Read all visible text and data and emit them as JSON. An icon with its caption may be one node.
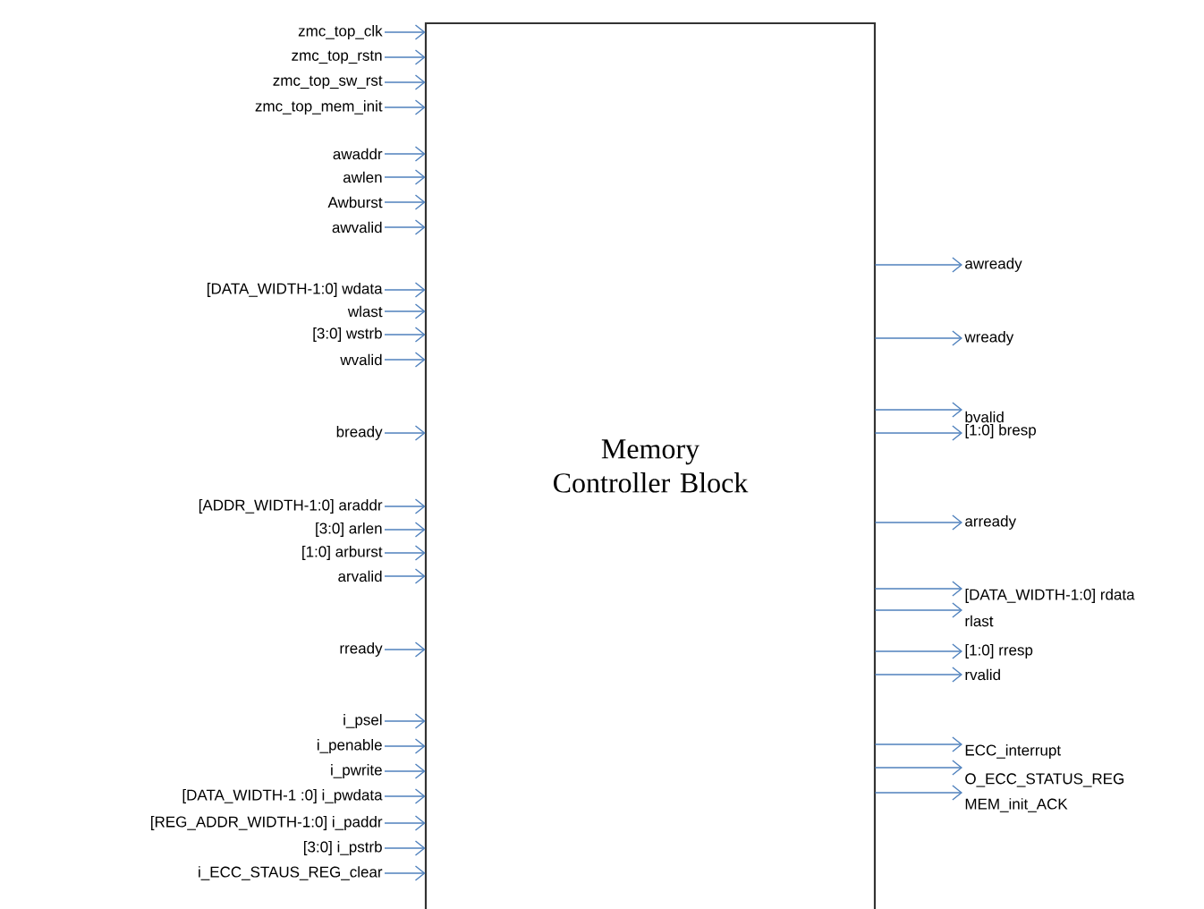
{
  "diagram": {
    "nodes": [
      {
        "text": [
          "Memory Controller Block"
        ]
      },
      {
        "text": [
          "zmc_top_clk"
        ]
      },
      {
        "text": [
          "zmc_top_rstn"
        ]
      },
      {
        "text": [
          "zmc_top_sw_rst"
        ]
      },
      {
        "text": [
          "zmc_top_mem_init"
        ]
      },
      {
        "text": [
          "awaddr"
        ]
      },
      {
        "text": [
          "awlen"
        ]
      },
      {
        "text": [
          "Awburst"
        ]
      },
      {
        "text": [
          "awvalid"
        ]
      },
      {
        "text": [
          "[DATA_WIDTH-1:0]  wdata"
        ]
      },
      {
        "text": [
          "wlast"
        ]
      },
      {
        "text": [
          "[3:0] wstrb"
        ]
      },
      {
        "text": [
          "wvalid"
        ]
      },
      {
        "text": [
          "bready"
        ]
      },
      {
        "text": [
          "[ADDR_WIDTH-1:0] araddr"
        ]
      },
      {
        "text": [
          "[3:0] arlen"
        ]
      },
      {
        "text": [
          "[1:0] arburst"
        ]
      },
      {
        "text": [
          "arvalid"
        ]
      },
      {
        "text": [
          "rready"
        ]
      },
      {
        "text": [
          "i_psel"
        ]
      },
      {
        "text": [
          "i_penable"
        ]
      },
      {
        "text": [
          "i_pwrite"
        ]
      },
      {
        "text": [
          "[DATA_WIDTH-1 :0]  i_pwdata"
        ]
      },
      {
        "text": [
          "[REG_ADDR_WIDTH-1:0]  i_paddr"
        ]
      },
      {
        "text": [
          "[3:0] i_pstrb"
        ]
      },
      {
        "text": [
          "i_ECC_STAUS_REG_clear"
        ]
      },
      {
        "text": [
          "awready"
        ]
      },
      {
        "text": [
          "wready"
        ]
      },
      {
        "text": [
          "bvalid"
        ]
      },
      {
        "text": [
          "[1:0] bresp"
        ]
      },
      {
        "text": [
          "arready"
        ]
      },
      {
        "text": [
          "[DATA_WIDTH-1:0] rdata"
        ]
      },
      {
        "text": [
          "rlast"
        ]
      },
      {
        "text": [
          "[1:0] rresp"
        ]
      },
      {
        "text": [
          "rvalid"
        ]
      },
      {
        "text": [
          "ECC_interrupt"
        ]
      },
      {
        "text": [
          "O_ECC_STATUS_REG"
        ]
      },
      {
        "text": [
          "MEM_init_ACK"
        ]
      }
    ],
    "edges": [
      {
        "from": 1,
        "to": 0,
        "arrow": "to"
      },
      {
        "from": 2,
        "to": 0,
        "arrow": "to"
      },
      {
        "from": 3,
        "to": 0,
        "arrow": "to"
      },
      {
        "from": 4,
        "to": 0,
        "arrow": "to"
      },
      {
        "from": 5,
        "to": 0,
        "arrow": "to"
      },
      {
        "from": 6,
        "to": 0,
        "arrow": "to"
      },
      {
        "from": 7,
        "to": 0,
        "arrow": "to"
      },
      {
        "from": 8,
        "to": 0,
        "arrow": "to"
      },
      {
        "from": 9,
        "to": 0,
        "arrow": "to"
      },
      {
        "from": 10,
        "to": 0,
        "arrow": "to"
      },
      {
        "from": 11,
        "to": 0,
        "arrow": "to"
      },
      {
        "from": 12,
        "to": 0,
        "arrow": "to"
      },
      {
        "from": 13,
        "to": 0,
        "arrow": "to"
      },
      {
        "from": 14,
        "to": 0,
        "arrow": "to"
      },
      {
        "from": 15,
        "to": 0,
        "arrow": "to"
      },
      {
        "from": 16,
        "to": 0,
        "arrow": "to"
      },
      {
        "from": 17,
        "to": 0,
        "arrow": "to"
      },
      {
        "from": 18,
        "to": 0,
        "arrow": "to"
      },
      {
        "from": 19,
        "to": 0,
        "arrow": "to"
      },
      {
        "from": 20,
        "to": 0,
        "arrow": "to"
      },
      {
        "from": 21,
        "to": 0,
        "arrow": "to"
      },
      {
        "from": 22,
        "to": 0,
        "arrow": "to"
      },
      {
        "from": 23,
        "to": 0,
        "arrow": "to"
      },
      {
        "from": 24,
        "to": 0,
        "arrow": "to"
      },
      {
        "from": 25,
        "to": 0,
        "arrow": "to"
      },
      {
        "from": 0,
        "to": 26,
        "arrow": "to"
      },
      {
        "from": 0,
        "to": 27,
        "arrow": "to"
      },
      {
        "from": 0,
        "to": 28,
        "arrow": "to"
      },
      {
        "from": 0,
        "to": 29,
        "arrow": "to"
      },
      {
        "from": 0,
        "to": 30,
        "arrow": "to"
      },
      {
        "from": 0,
        "to": 31,
        "arrow": "to"
      },
      {
        "from": 0,
        "to": 32,
        "arrow": "to"
      },
      {
        "from": 0,
        "to": 33,
        "arrow": "to"
      },
      {
        "from": 0,
        "to": 34,
        "arrow": "to"
      },
      {
        "from": 0,
        "to": 35,
        "arrow": "to"
      },
      {
        "from": 0,
        "to": 36,
        "arrow": "to"
      },
      {
        "from": 0,
        "to": 37,
        "arrow": "to"
      }
    ]
  }
}
